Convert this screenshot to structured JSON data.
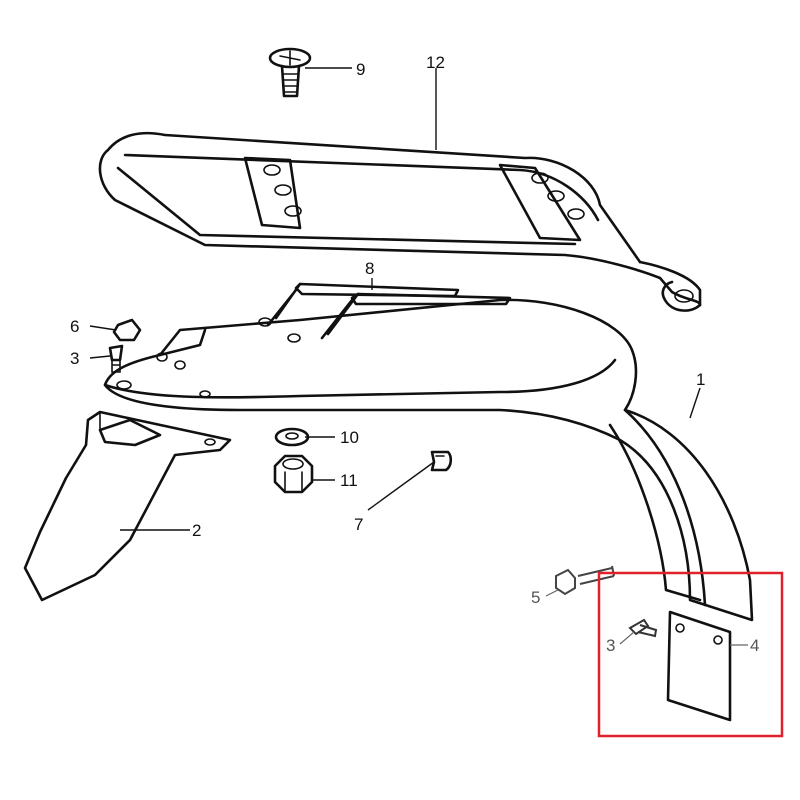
{
  "callouts": {
    "c1": "1",
    "c2": "2",
    "c3a": "3",
    "c3b": "3",
    "c4": "4",
    "c5": "5",
    "c6": "6",
    "c7": "7",
    "c8": "8",
    "c9": "9",
    "c10": "10",
    "c11": "11",
    "c12": "12"
  },
  "colors": {
    "highlight_box": "#e0202a",
    "ink": "#111111"
  }
}
